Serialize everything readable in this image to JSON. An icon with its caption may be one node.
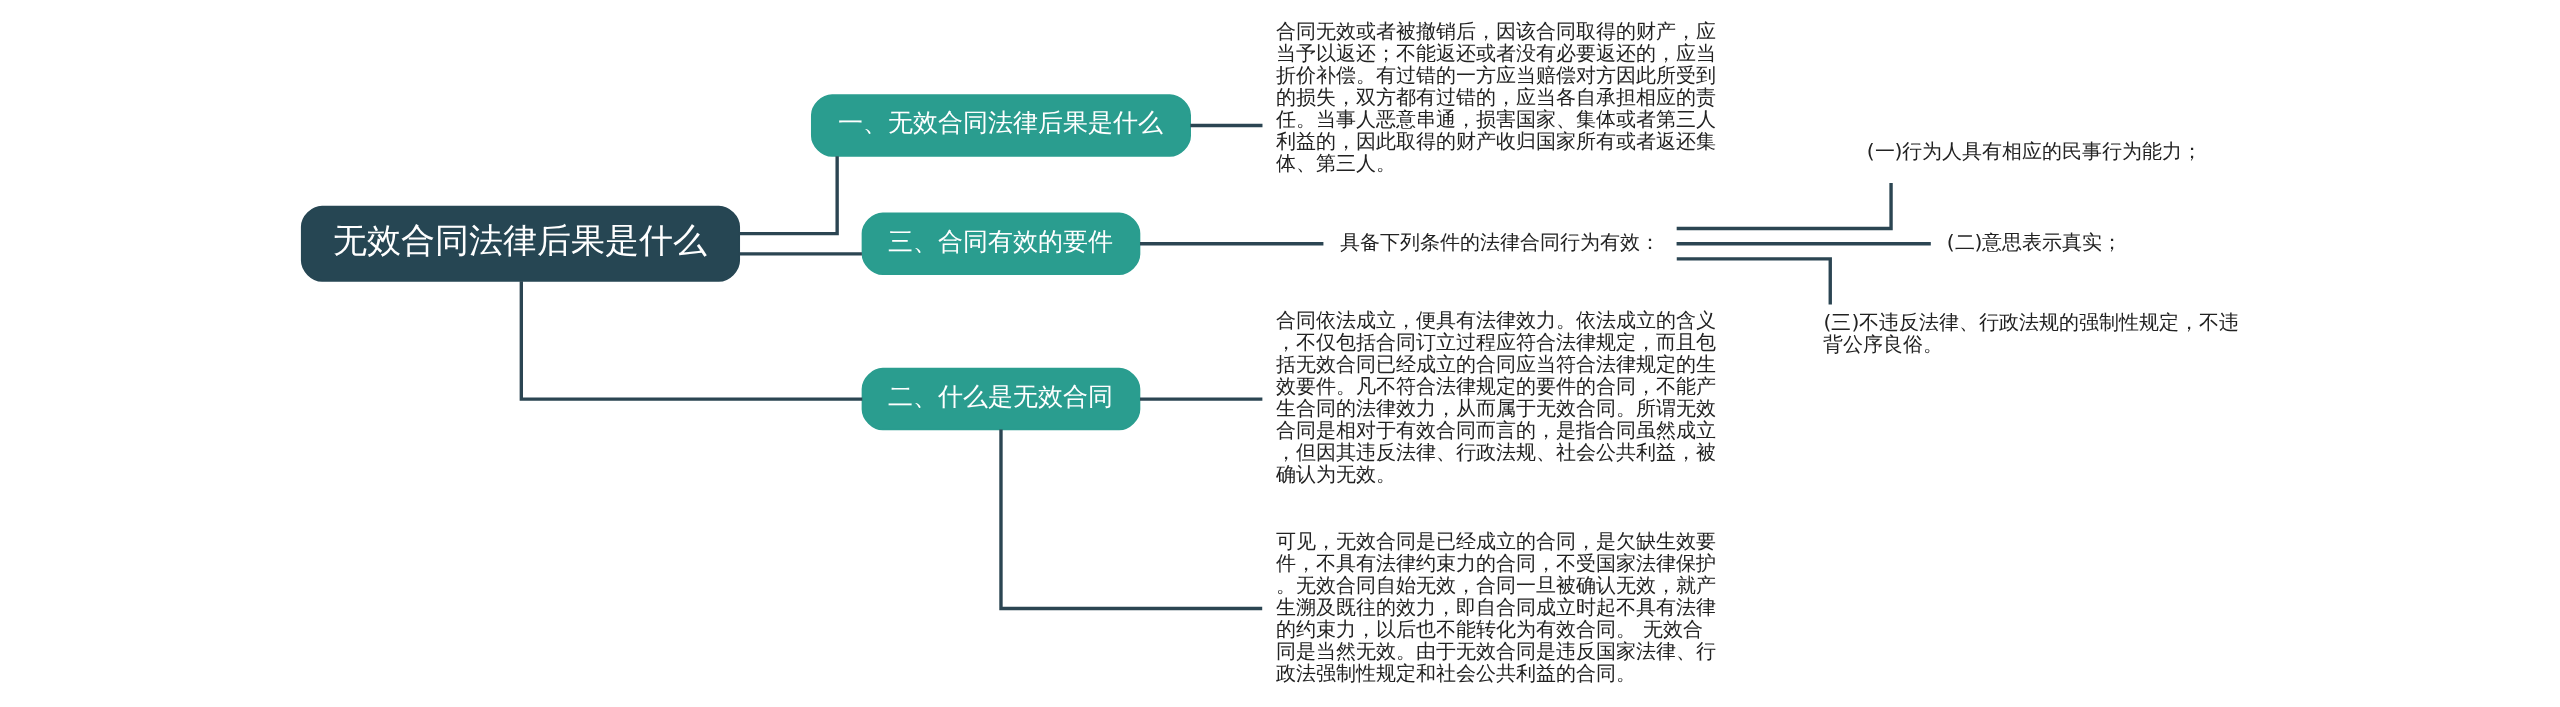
{
  "diagram": {
    "nodes": [
      {
        "text": [
          "无效合同法律后果是什么"
        ]
      },
      {
        "text": [
          "一、无效合同法律后果是什么"
        ]
      },
      {
        "text": [
          "合同无效或者被撤销后，因该合同取得的财产，应当予以返还；不能返还或者没有必要返还的，应当折价补偿。有过错的一方应当赔偿对方因此所受到的损失，双方都有过错的，应当各自承担相应的责任。当事人恶意串通，损害国家、集体或者第三人利益的，因此取得的财产收归国家所有或者返还集体、第三人。"
        ]
      },
      {
        "text": [
          "三、合同有效的要件"
        ]
      },
      {
        "text": [
          "具备下列条件的法律合同行为有效："
        ]
      },
      {
        "text": [
          "(一)行为人具有相应的民事行为能力；"
        ]
      },
      {
        "text": [
          "(二)意思表示真实；"
        ]
      },
      {
        "text": [
          "(三)不违反法律、行政法规的强制性规定，不违背公序良俗。"
        ]
      },
      {
        "text": [
          "二、什么是无效合同"
        ]
      },
      {
        "text": [
          "合同依法成立，便具有法律效力。依法成立的含义，不仅包括合同订立过程应符合法律规定，而且包括无效合同已经成立的合同应当符合法律规定的生效要件。凡不符合法律规定的要件的合同，不能产生合同的法律效力，从而属于无效合同。所谓无效合同是相对于有效合同而言的，是指合同虽然成立，但因其违反法律、行政法规、社会公共利益，被确认为无效。"
        ]
      },
      {
        "text": [
          "可见，无效合同是已经成立的合同，是欠缺生效要件，不具有法律约束力的合同，不受国家法律保护。无效合同自始无效，合同一旦被确认无效，就产生溯及既往的效力，即自合同成立时起不具有法律的约束力，以后也不能转化为有效合同。 无效合同是当然无效。由于无效合同是违反国家法律、行政法强制性规定和社会公共利益的合同。"
        ]
      }
    ],
    "edges": [
      {
        "from": 0,
        "to": 1,
        "arrow": "none"
      },
      {
        "from": 1,
        "to": 2,
        "arrow": "none"
      },
      {
        "from": 0,
        "to": 3,
        "arrow": "none"
      },
      {
        "from": 3,
        "to": 4,
        "arrow": "none"
      },
      {
        "from": 4,
        "to": 5,
        "arrow": "none"
      },
      {
        "from": 4,
        "to": 6,
        "arrow": "none"
      },
      {
        "from": 4,
        "to": 7,
        "arrow": "none"
      },
      {
        "from": 0,
        "to": 8,
        "arrow": "none"
      },
      {
        "from": 8,
        "to": 9,
        "arrow": "none"
      },
      {
        "from": 8,
        "to": 10,
        "arrow": "none"
      }
    ]
  }
}
